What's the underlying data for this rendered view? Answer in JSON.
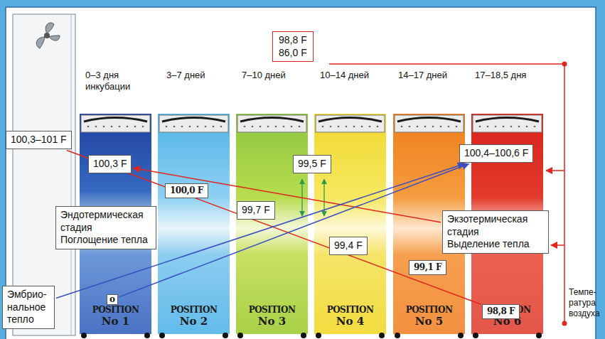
{
  "diagram": {
    "nodes": [
      {
        "text": [
          "98,8 F",
          "86,0 F"
        ]
      },
      {
        "text": [
          "POSITION",
          "No 1"
        ]
      },
      {
        "text": [
          "POSITION",
          "No 2"
        ]
      },
      {
        "text": [
          "POSITION",
          "No 3"
        ]
      },
      {
        "text": [
          "POSITION",
          "No 4"
        ]
      },
      {
        "text": [
          "POSITION",
          "No 5"
        ]
      },
      {
        "text": [
          "POSITION",
          "No 6"
        ]
      },
      {
        "text": [
          "100,3–101 F"
        ]
      },
      {
        "text": [
          "100,3 F"
        ]
      },
      {
        "text": [
          "100,0 F"
        ],
        "in": 2
      },
      {
        "text": [
          "99,5 F"
        ]
      },
      {
        "text": [
          "99,7 F"
        ]
      },
      {
        "text": [
          "Эндотермическая стадия",
          "Поглощение тепла"
        ]
      },
      {
        "text": [
          "Экзотермическая стадия",
          "Выделение тепла"
        ]
      },
      {
        "text": [
          "100,4–100,6 F"
        ]
      },
      {
        "text": [
          "99,4 F"
        ]
      },
      {
        "text": [
          "99,1 F"
        ],
        "in": 5
      },
      {
        "text": [
          "Эмбрио- нальное тепло"
        ]
      },
      {
        "text": [
          "о"
        ],
        "in": 1
      },
      {
        "text": [
          "98,8 F"
        ],
        "in": 6
      }
    ],
    "edges": [
      {
        "from": 7,
        "to": 19,
        "arrow": "none"
      },
      {
        "from": 13,
        "to": 8,
        "arrow": "to"
      },
      {
        "from": 17,
        "to": 14,
        "arrow": "to"
      },
      {
        "from": 18,
        "to": 14,
        "arrow": "to"
      }
    ],
    "labels": [
      "0–3 дня инкубации",
      "3–7 дней",
      "7–10 дней",
      "10–14 дней",
      "14–17 дней",
      "17–18,5 дня",
      "Темпе- ратура воздуха"
    ]
  }
}
